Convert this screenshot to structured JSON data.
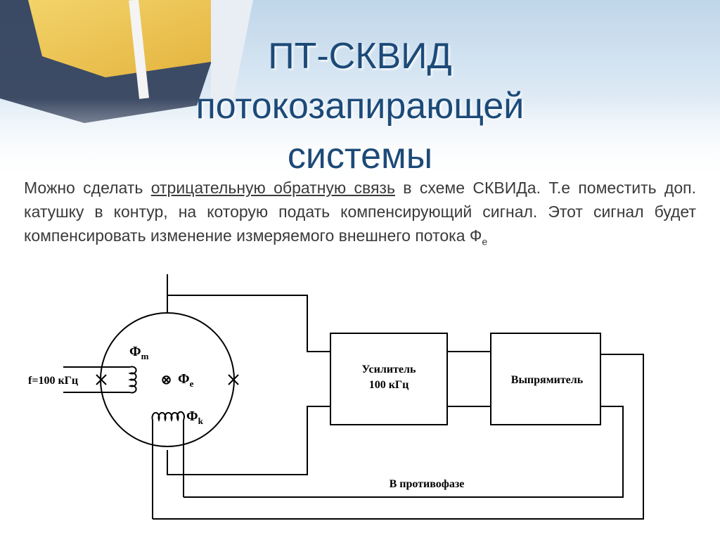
{
  "title": {
    "line1": "ПТ-СКВИД",
    "line2": "потокозапирающей",
    "line3": "системы"
  },
  "paragraph": {
    "part1": "Можно сделать ",
    "underlined": "отрицательную обратную связь",
    "part2": " в схеме СКВИДа. Т.е поместить доп. катушку в контур, на которую подать компенсирующий сигнал. Этот сигнал будет компенсировать изменение измеряемого внешнего потока Ф",
    "subscript": "е"
  },
  "diagram": {
    "freq_label": "f=100 кГц",
    "phi": "Φ",
    "phi_m_sub": "m",
    "phi_e_sub": "e",
    "phi_k_sub": "k",
    "cross_symbol": "⊗",
    "amplifier_line1": "Усилитель",
    "amplifier_line2": "100 кГц",
    "rectifier": "Выпрямитель",
    "antiphase": "В противофазе"
  }
}
